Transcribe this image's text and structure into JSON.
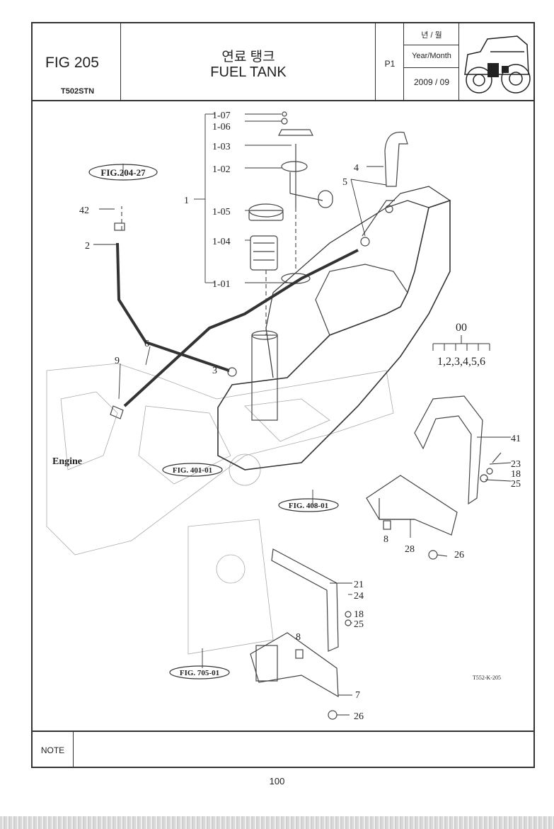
{
  "header": {
    "fig_no": "FIG 205",
    "model": "T502STN",
    "title_ko": "연료 탱크",
    "title_en": "FUEL TANK",
    "page": "P1",
    "date_label_ko": "년 / 월",
    "date_label_en": "Year/Month",
    "date_value": "2009 / 09"
  },
  "diagram": {
    "callouts": {
      "p1_07": "1-07",
      "p1_06": "1-06",
      "p1_03": "1-03",
      "p1_02": "1-02",
      "p1": "1",
      "p1_05": "1-05",
      "p1_04": "1-04",
      "p1_01": "1-01",
      "p4": "4",
      "p5": "5",
      "p42": "42",
      "p2": "2",
      "p6": "6",
      "p9": "9",
      "p3": "3",
      "p41": "41",
      "p23": "23",
      "p18a": "18",
      "p25a": "25",
      "p8a": "8",
      "p28": "28",
      "p26a": "26",
      "p21": "21",
      "p24": "24",
      "p18b": "18",
      "p25b": "25",
      "p8b": "8",
      "p7": "7",
      "p26b": "26"
    },
    "refs": {
      "fig204": "FIG.204-27",
      "fig401": "FIG. 401-01",
      "fig408": "FIG. 408-01",
      "fig705": "FIG. 705-01"
    },
    "engine_label": "Engine",
    "set_code": "00",
    "set_members": "1,2,3,4,5,6",
    "drawing_code": "T552-K-205"
  },
  "note": {
    "label": "NOTE"
  },
  "footer": {
    "page_number": "100"
  }
}
